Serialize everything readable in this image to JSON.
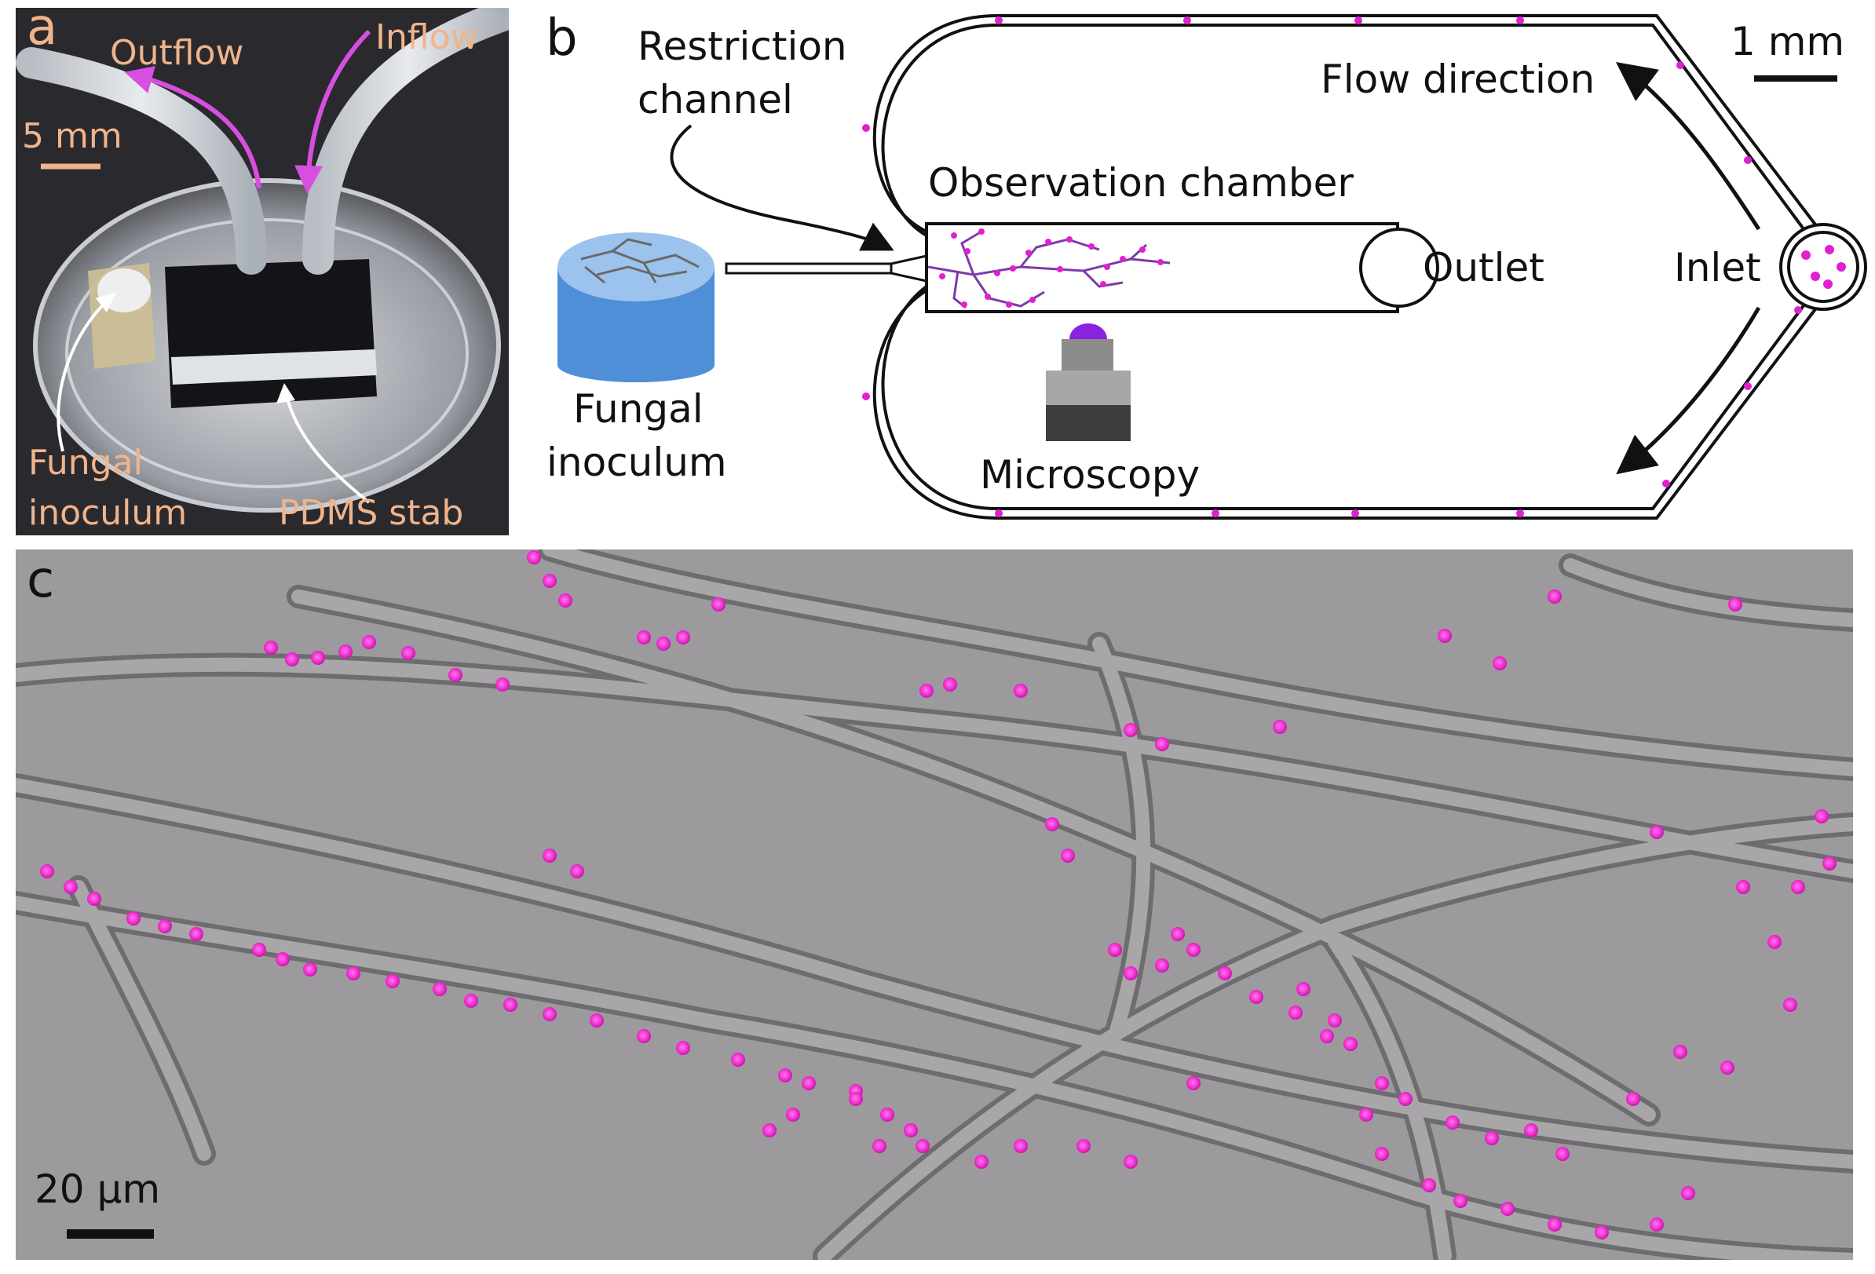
{
  "panel_a": {
    "letter": "a",
    "outflow_label": "Outflow",
    "inflow_label": "Inflow",
    "scale_label": "5 mm",
    "fungal_line1": "Fungal",
    "fungal_line2": "inoculum",
    "pdms_label": "PDMS stab"
  },
  "panel_b": {
    "letter": "b",
    "restriction_line1": "Restriction",
    "restriction_line2": "channel",
    "observation_label": "Observation chamber",
    "outlet_label": "Outlet",
    "inlet_label": "Inlet",
    "flow_label": "Flow direction",
    "scale_label": "1 mm",
    "fungal_line1": "Fungal",
    "fungal_line2": "inoculum",
    "microscopy_label": "Microscopy"
  },
  "panel_c": {
    "letter": "c",
    "scale_label": "20 µm"
  },
  "colors": {
    "magenta": "#e020d0",
    "bacteria": "#ff3ad6",
    "inoculum_top": "#9cc3ee",
    "inoculum_body": "#4f8fd8",
    "photo_label": "#f0b48c",
    "microscope_cap": "#8a22e0"
  }
}
